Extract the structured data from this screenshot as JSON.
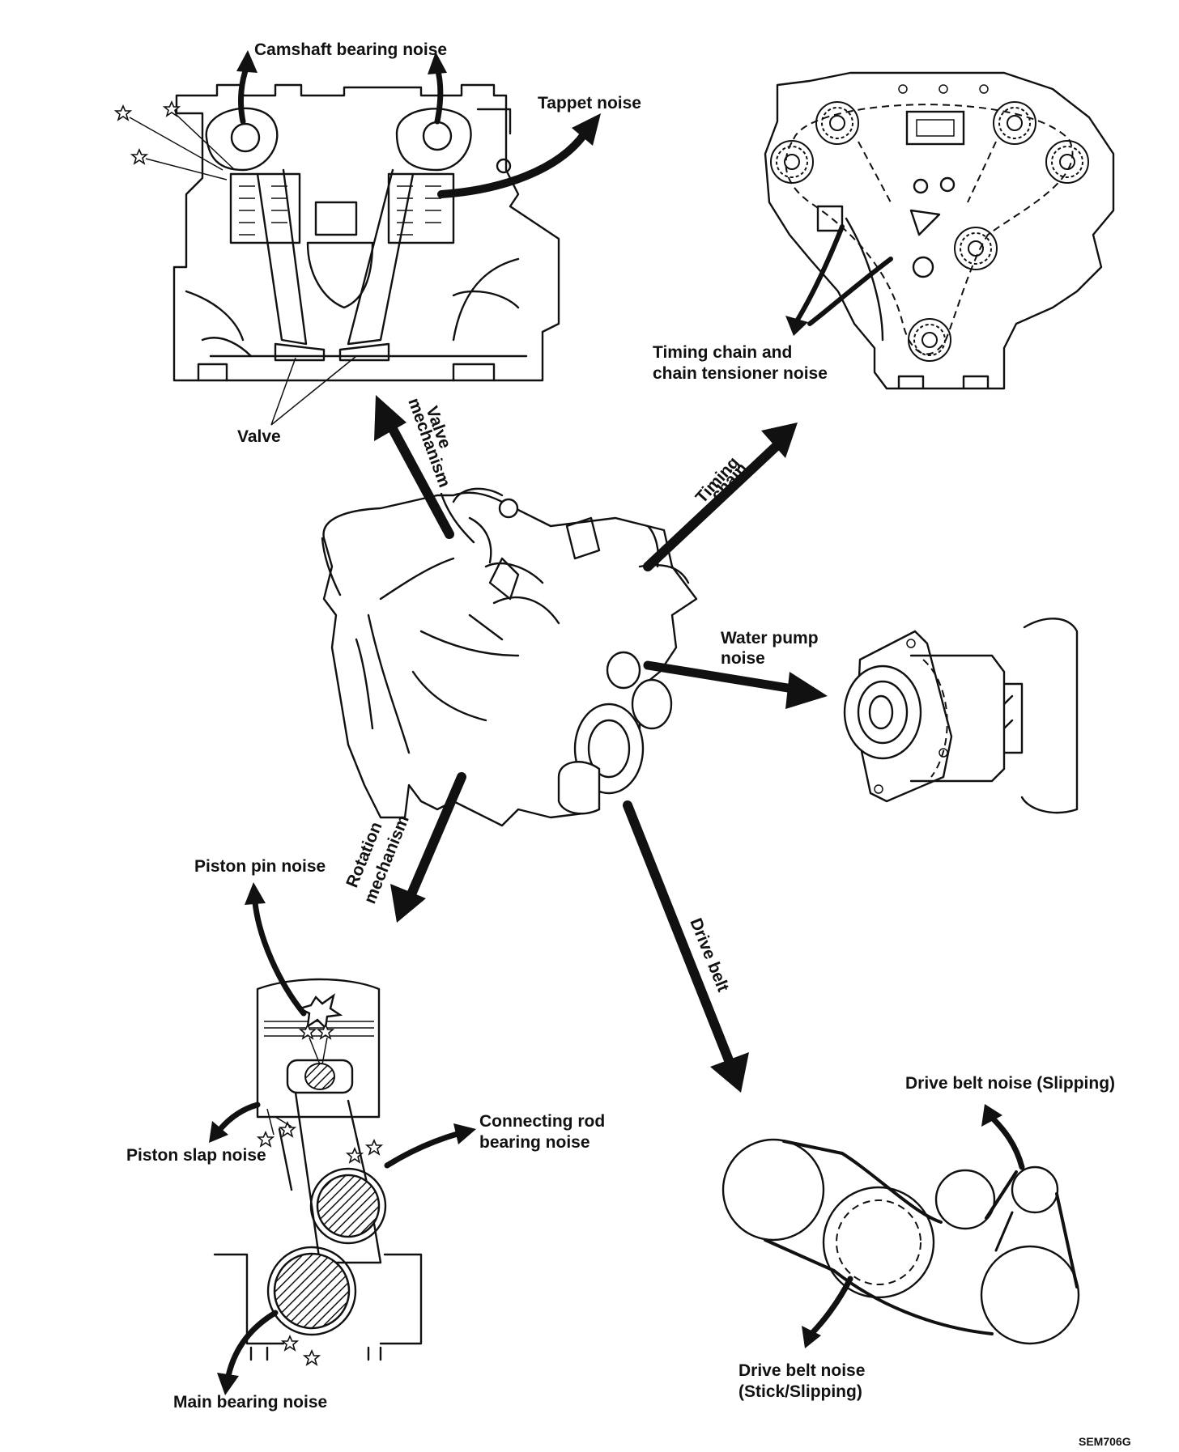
{
  "labels": {
    "camshaft_bearing_noise": "Camshaft bearing noise",
    "tappet_noise": "Tappet noise",
    "valve": "Valve",
    "valve_mechanism_line1": "Valve",
    "valve_mechanism_line2": "mechanism",
    "timing_chain_line1": "Timing",
    "timing_chain_line2": "chain",
    "timing_chain_noise_line1": "Timing chain and",
    "timing_chain_noise_line2": "chain tensioner noise",
    "water_pump_noise_line1": "Water pump",
    "water_pump_noise_line2": "noise",
    "rotation_mechanism_line1": "Rotation",
    "rotation_mechanism_line2": "mechanism",
    "drive_belt": "Drive belt",
    "piston_pin_noise": "Piston pin noise",
    "piston_slap_noise": "Piston slap noise",
    "connecting_rod_noise_line1": "Connecting rod",
    "connecting_rod_noise_line2": "bearing noise",
    "main_bearing_noise": "Main bearing noise",
    "drive_belt_slipping": "Drive belt noise (Slipping)",
    "drive_belt_stick_line1": "Drive belt noise",
    "drive_belt_stick_line2": "(Stick/Slipping)",
    "figure_code": "SEM706G"
  },
  "colors": {
    "ink": "#111111",
    "paper": "#ffffff"
  }
}
